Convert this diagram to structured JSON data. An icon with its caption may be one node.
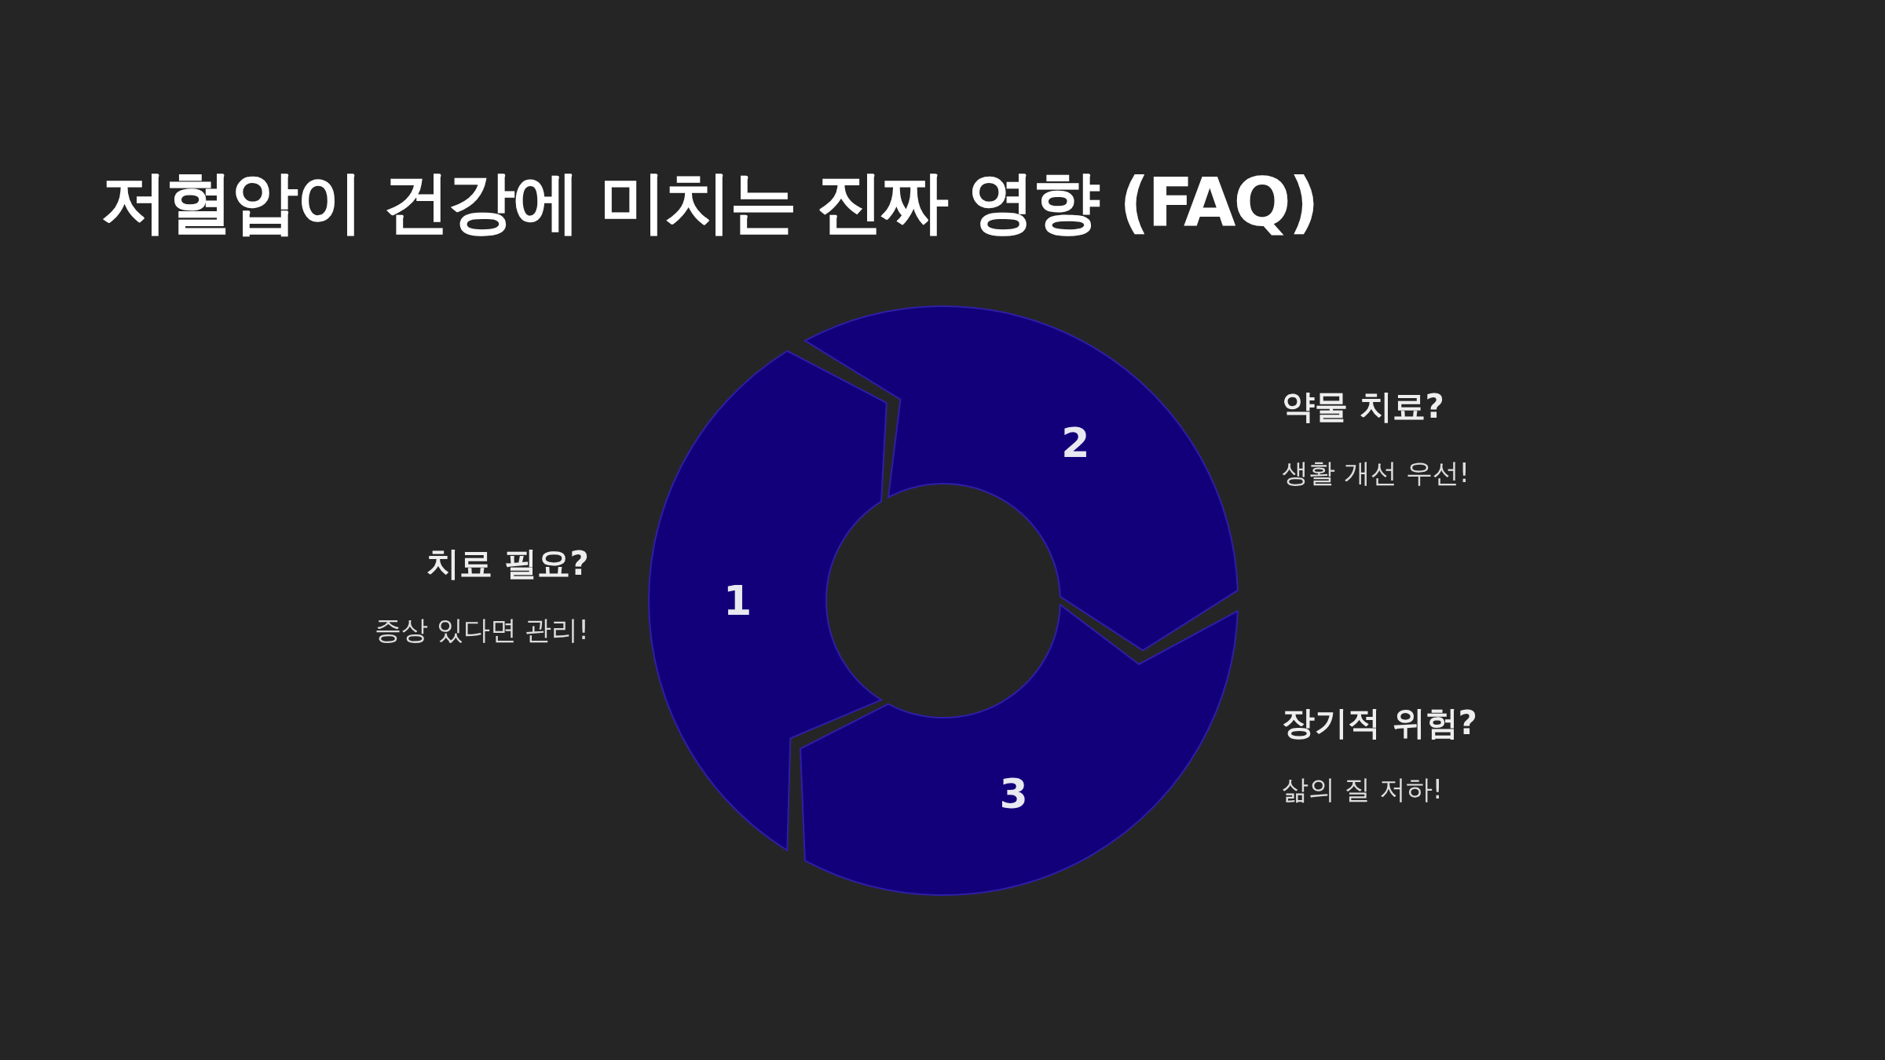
{
  "diagram": {
    "title": "저혈압이 건강에 미치는 진짜 영향 (FAQ)",
    "nodes": [
      {
        "text": [
          "1"
        ],
        "beside": [
          "치료 필요?",
          "증상 있다면 관리!"
        ]
      },
      {
        "text": [
          "2"
        ],
        "beside": [
          "약물 치료?",
          "생활 개선 우선!"
        ]
      },
      {
        "text": [
          "3"
        ],
        "beside": [
          "장기적 위험?",
          "삶의 질 저하!"
        ]
      }
    ]
  }
}
